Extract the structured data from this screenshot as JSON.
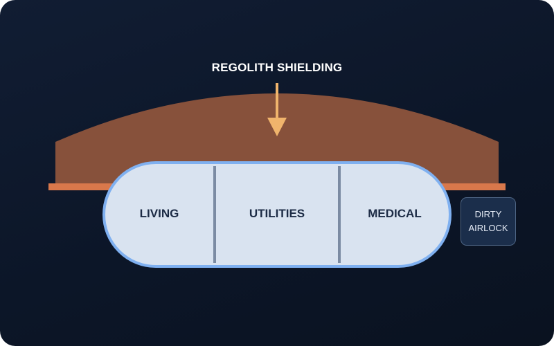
{
  "diagram": {
    "shielding_label": "REGOLITH SHIELDING",
    "modules": [
      {
        "label": "LIVING"
      },
      {
        "label": "UTILITIES"
      },
      {
        "label": "MEDICAL"
      }
    ],
    "airlock": {
      "line1": "DIRTY",
      "line2": "AIRLOCK"
    }
  },
  "colors": {
    "background": "#0c1628",
    "regolith": "#87513b",
    "ground_rail": "#d9784b",
    "arrow": "#f0b46c",
    "module_fill": "#d9e3f0",
    "module_border": "#7fb0f0",
    "divider": "#7b8ba3",
    "airlock_fill": "#1b2e4b"
  }
}
